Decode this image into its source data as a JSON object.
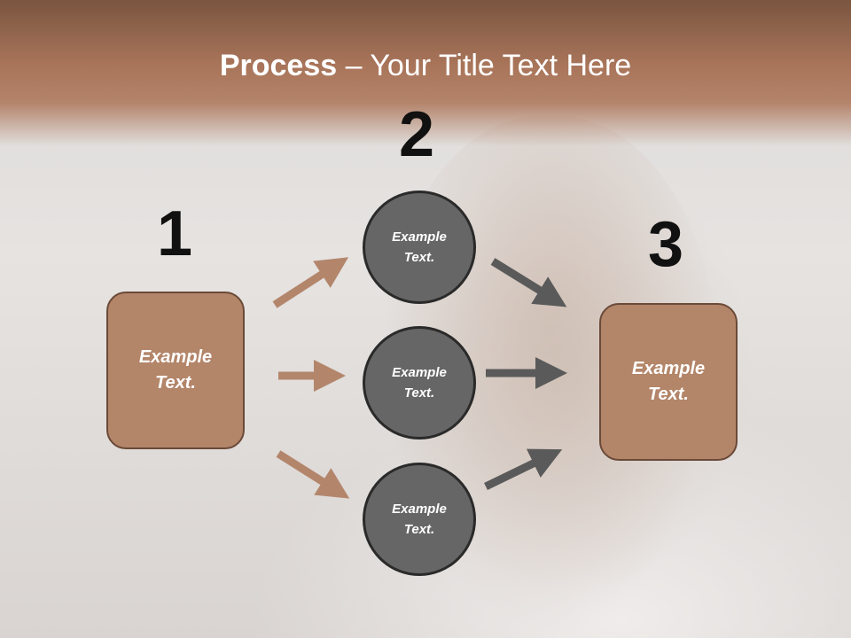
{
  "title": {
    "bold": "Process",
    "rest": " – Your Title Text Here"
  },
  "steps": {
    "one": "1",
    "two": "2",
    "three": "3"
  },
  "left_box": {
    "text": "Example\nText."
  },
  "circles": [
    {
      "text": "Example\nText."
    },
    {
      "text": "Example\nText."
    },
    {
      "text": "Example\nText."
    }
  ],
  "right_box": {
    "text": "Example\nText."
  },
  "colors": {
    "brown": "#b38569",
    "gray": "#666666",
    "arrow_brown": "#b3866c",
    "arrow_gray": "#5a5a5a"
  }
}
